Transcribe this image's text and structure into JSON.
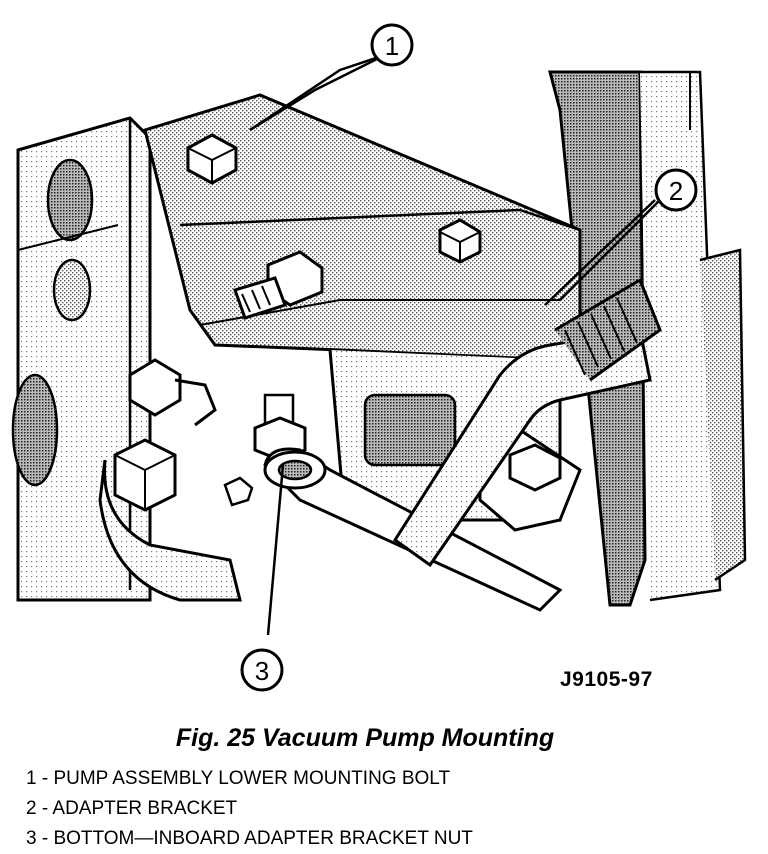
{
  "figure": {
    "callouts": [
      "1",
      "2",
      "3"
    ],
    "code": "J9105-97",
    "caption": "Fig. 25 Vacuum Pump Mounting",
    "legend": [
      "1 - PUMP ASSEMBLY LOWER MOUNTING BOLT",
      "2 - ADAPTER BRACKET",
      "3 - BOTTOM—INBOARD ADAPTER BRACKET NUT"
    ]
  }
}
